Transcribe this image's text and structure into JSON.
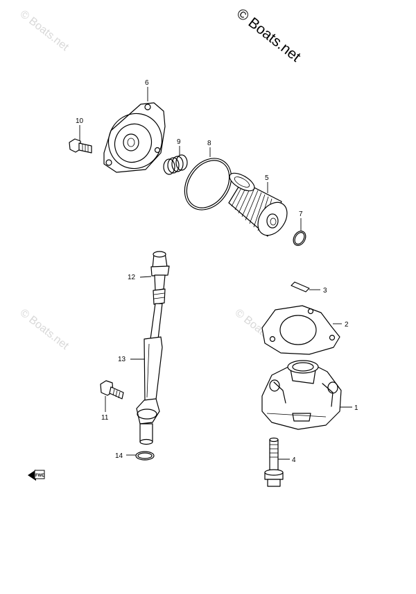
{
  "watermarks": {
    "main": "© Boats.net",
    "faint": "© Boats.net"
  },
  "callouts": {
    "p1": "1",
    "p2": "2",
    "p3": "3",
    "p4": "4",
    "p5": "5",
    "p6": "6",
    "p7": "7",
    "p8": "8",
    "p9": "9",
    "p10": "10",
    "p11": "11",
    "p12": "12",
    "p13": "13",
    "p14": "14"
  },
  "direction_marker": {
    "label": "FWD",
    "icon": "fwd-arrow-icon"
  }
}
